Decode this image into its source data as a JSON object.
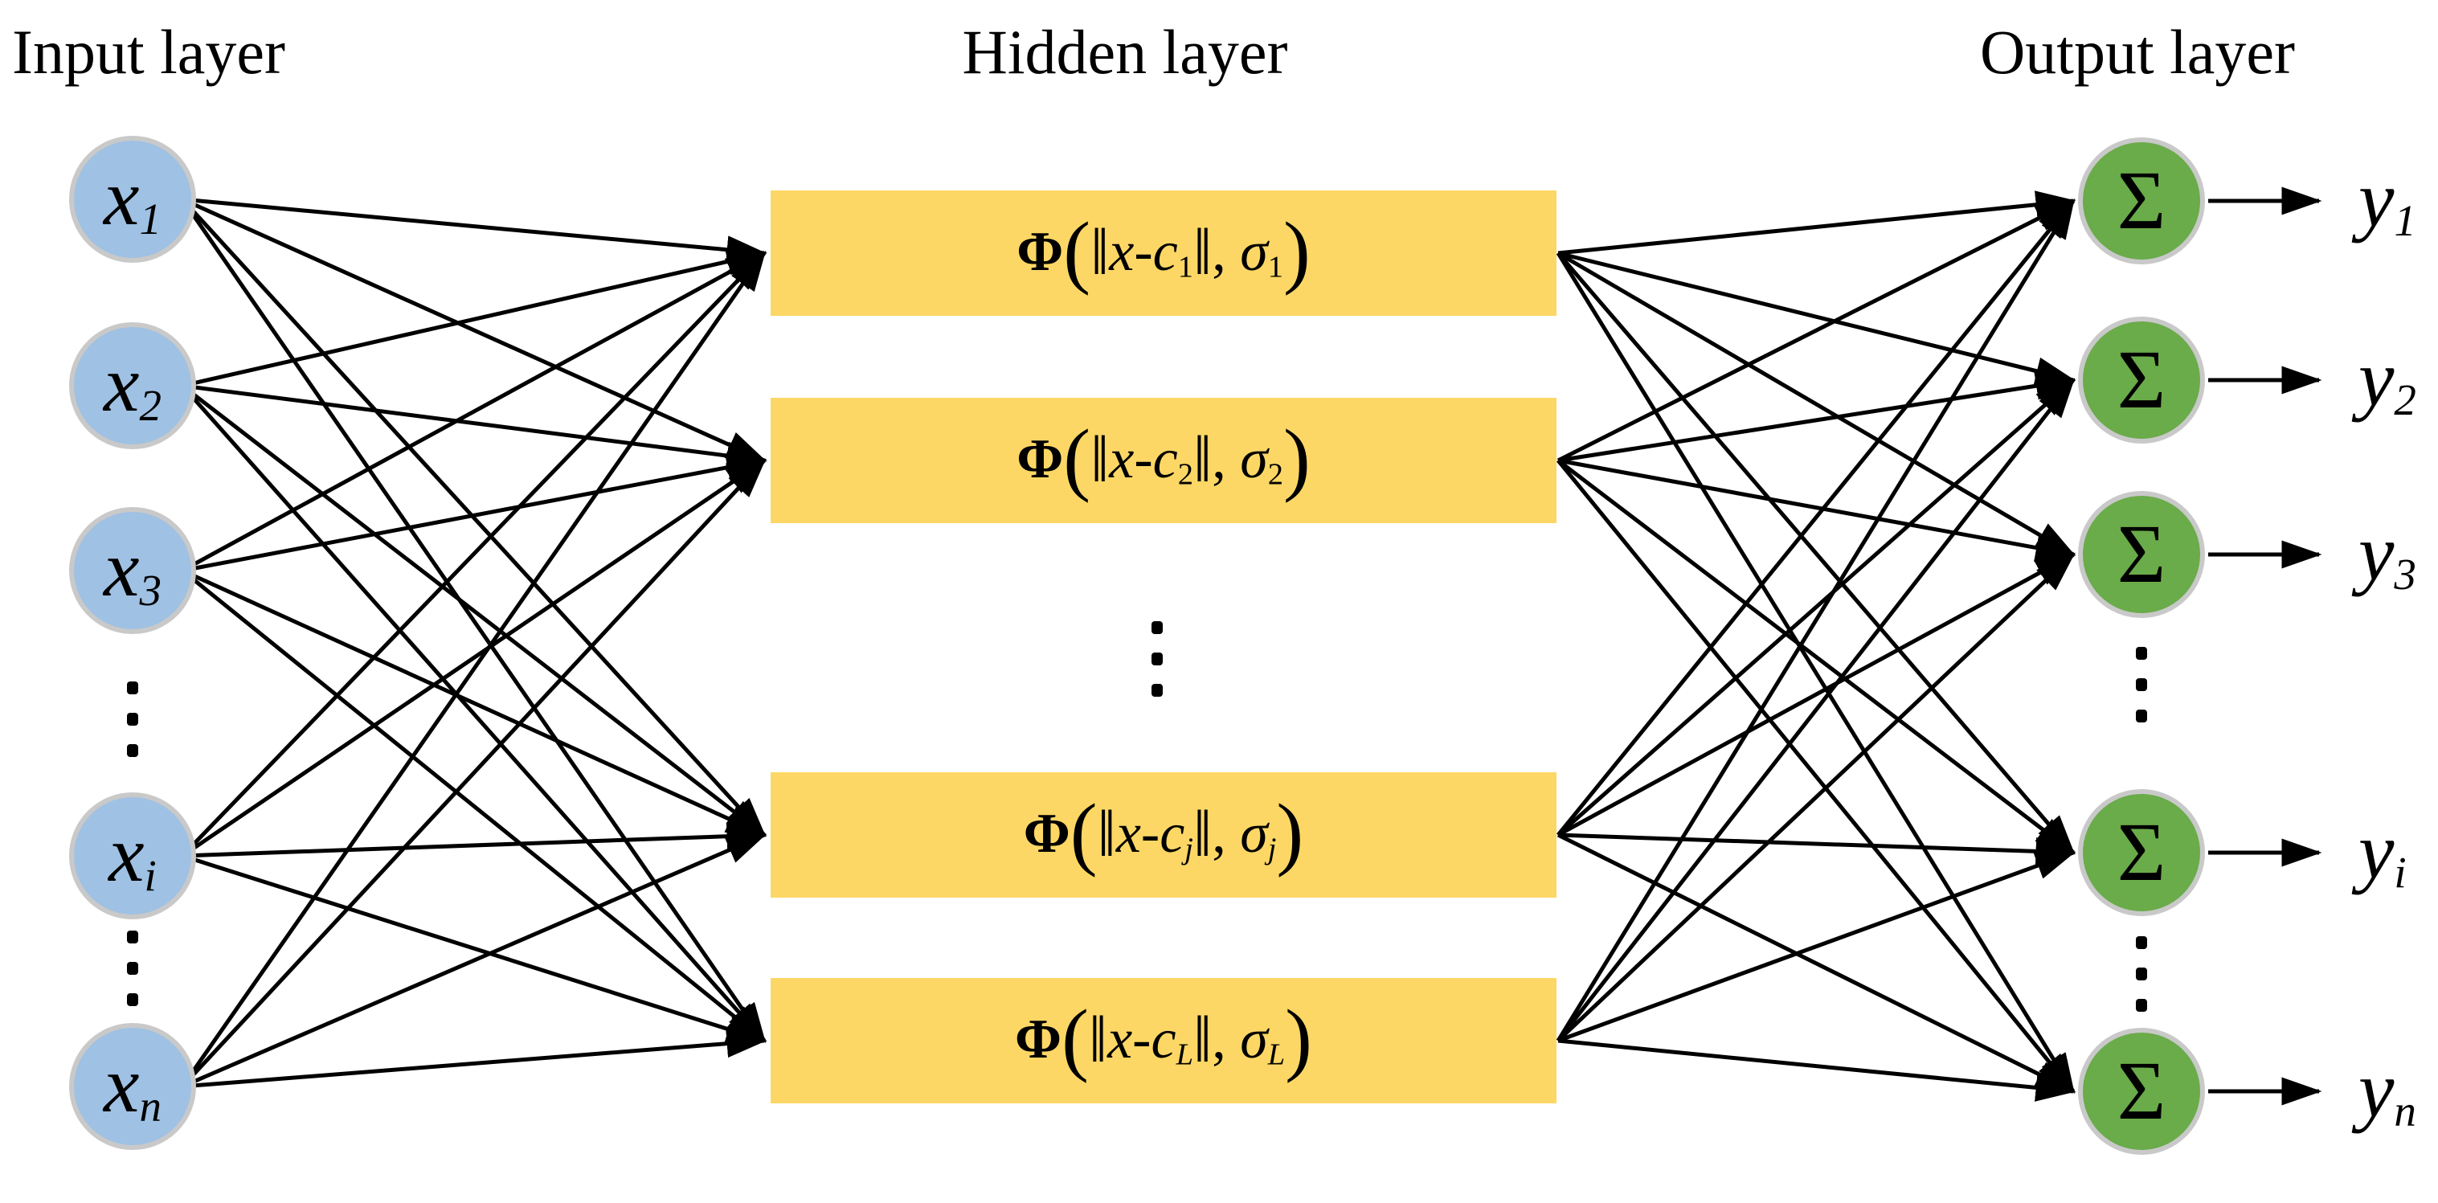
{
  "titles": {
    "input": "Input layer",
    "hidden": "Hidden layer",
    "output": "Output layer"
  },
  "colors": {
    "input_fill": "#9fc1e3",
    "hidden_fill": "#fdd765",
    "output_fill": "#6aab4a",
    "node_border": "#c9c9c9",
    "line": "#000000",
    "background": "#ffffff"
  },
  "input_nodes": [
    {
      "name": "input-node-x1",
      "label": [
        {
          "t": "x",
          "s": "it"
        },
        {
          "t": "1",
          "s": "subit"
        }
      ]
    },
    {
      "name": "input-node-x2",
      "label": [
        {
          "t": "x",
          "s": "it"
        },
        {
          "t": "2",
          "s": "subit"
        }
      ]
    },
    {
      "name": "input-node-x3",
      "label": [
        {
          "t": "x",
          "s": "it"
        },
        {
          "t": "3",
          "s": "subit"
        }
      ]
    },
    {
      "name": "input-node-xi",
      "label": [
        {
          "t": "x",
          "s": "it"
        },
        {
          "t": "i",
          "s": "subit"
        }
      ]
    },
    {
      "name": "input-node-xn",
      "label": [
        {
          "t": "x",
          "s": "it"
        },
        {
          "t": "n",
          "s": "subit"
        }
      ]
    }
  ],
  "hidden_nodes": [
    {
      "name": "hidden-node-1",
      "label": [
        {
          "t": "Φ",
          "s": "phi"
        },
        {
          "t": "(",
          "s": "paren"
        },
        {
          "t": "‖",
          "s": "norm"
        },
        {
          "t": "x",
          "s": "it"
        },
        {
          "t": "-",
          "s": "up"
        },
        {
          "t": "c",
          "s": "it"
        },
        {
          "t": "1",
          "s": "sub"
        },
        {
          "t": "‖",
          "s": "norm"
        },
        {
          "t": ", ",
          "s": "up"
        },
        {
          "t": "σ",
          "s": "it"
        },
        {
          "t": "1",
          "s": "sub"
        },
        {
          "t": ")",
          "s": "paren"
        }
      ]
    },
    {
      "name": "hidden-node-2",
      "label": [
        {
          "t": "Φ",
          "s": "phi"
        },
        {
          "t": "(",
          "s": "paren"
        },
        {
          "t": "‖",
          "s": "norm"
        },
        {
          "t": "x",
          "s": "it"
        },
        {
          "t": "-",
          "s": "up"
        },
        {
          "t": "c",
          "s": "it"
        },
        {
          "t": "2",
          "s": "sub"
        },
        {
          "t": "‖",
          "s": "norm"
        },
        {
          "t": ", ",
          "s": "up"
        },
        {
          "t": "σ",
          "s": "it"
        },
        {
          "t": "2",
          "s": "sub"
        },
        {
          "t": ")",
          "s": "paren"
        }
      ]
    },
    {
      "name": "hidden-node-j",
      "label": [
        {
          "t": "Φ",
          "s": "phi"
        },
        {
          "t": "(",
          "s": "paren"
        },
        {
          "t": "‖",
          "s": "norm"
        },
        {
          "t": "x",
          "s": "it"
        },
        {
          "t": "-",
          "s": "up"
        },
        {
          "t": "c",
          "s": "it"
        },
        {
          "t": "j",
          "s": "subit"
        },
        {
          "t": "‖",
          "s": "norm"
        },
        {
          "t": ", ",
          "s": "up"
        },
        {
          "t": "σ",
          "s": "it"
        },
        {
          "t": "j",
          "s": "subit"
        },
        {
          "t": ")",
          "s": "paren"
        }
      ]
    },
    {
      "name": "hidden-node-L",
      "label": [
        {
          "t": "Φ",
          "s": "phi"
        },
        {
          "t": "(",
          "s": "paren"
        },
        {
          "t": "‖",
          "s": "norm"
        },
        {
          "t": "x",
          "s": "it"
        },
        {
          "t": "-",
          "s": "up"
        },
        {
          "t": "c",
          "s": "it"
        },
        {
          "t": "L",
          "s": "subit"
        },
        {
          "t": "‖",
          "s": "norm"
        },
        {
          "t": ", ",
          "s": "up"
        },
        {
          "t": "σ",
          "s": "it"
        },
        {
          "t": "L",
          "s": "subit"
        },
        {
          "t": ")",
          "s": "paren"
        }
      ]
    }
  ],
  "output_nodes": [
    {
      "name": "output-node-1",
      "node_label": [
        {
          "t": "Σ",
          "s": "up"
        }
      ],
      "out_label": [
        {
          "t": "y",
          "s": "it"
        },
        {
          "t": "1",
          "s": "subit"
        }
      ]
    },
    {
      "name": "output-node-2",
      "node_label": [
        {
          "t": "Σ",
          "s": "up"
        }
      ],
      "out_label": [
        {
          "t": "y",
          "s": "it"
        },
        {
          "t": "2",
          "s": "subit"
        }
      ]
    },
    {
      "name": "output-node-3",
      "node_label": [
        {
          "t": "Σ",
          "s": "up"
        }
      ],
      "out_label": [
        {
          "t": "y",
          "s": "it"
        },
        {
          "t": "3",
          "s": "subit"
        }
      ]
    },
    {
      "name": "output-node-i",
      "node_label": [
        {
          "t": "Σ",
          "s": "up"
        }
      ],
      "out_label": [
        {
          "t": "y",
          "s": "it"
        },
        {
          "t": "i",
          "s": "subit"
        }
      ]
    },
    {
      "name": "output-node-n",
      "node_label": [
        {
          "t": "Σ",
          "s": "up"
        }
      ],
      "out_label": [
        {
          "t": "y",
          "s": "it"
        },
        {
          "t": "n",
          "s": "subit"
        }
      ]
    }
  ]
}
